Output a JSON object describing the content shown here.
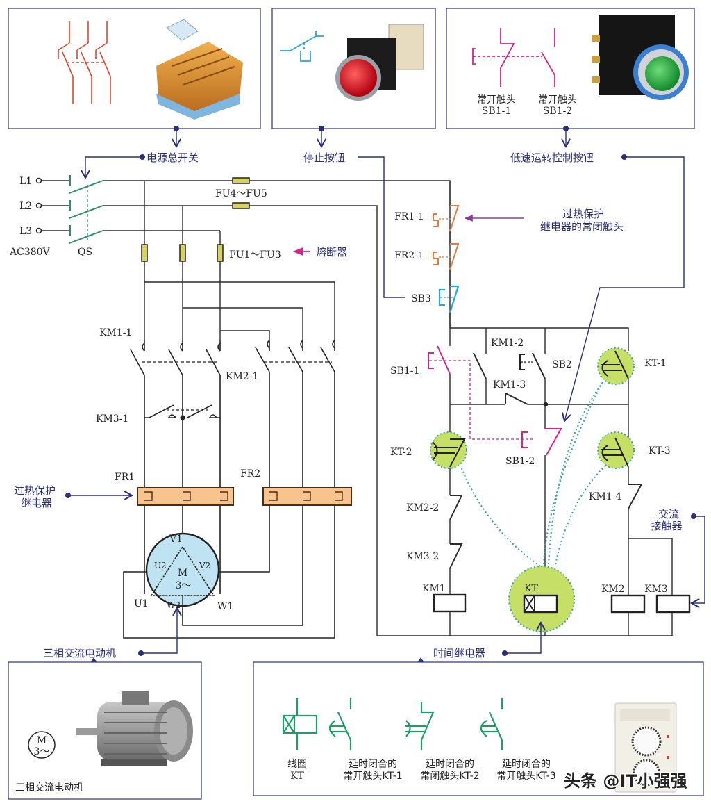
{
  "top_panels": {
    "sb1_contacts": [
      {
        "line1": "常开触头",
        "line2": "SB1-1"
      },
      {
        "line1": "常开触头",
        "line2": "SB1-2"
      }
    ]
  },
  "callouts": {
    "main_switch": "电源总开关",
    "stop_button": "停止按钮",
    "low_speed_button": "低速运转控制按钮",
    "fuse": "熔断器",
    "thermal_relay": [
      "过热保护",
      "继电器"
    ],
    "thermal_nc_contact": [
      "过热保护",
      "继电器的常闭触头"
    ],
    "motor": "三相交流电动机",
    "time_relay": "时间继电器",
    "ac_contactor": [
      "交流",
      "接触器"
    ]
  },
  "power_circuit": {
    "l1": "L1",
    "l2": "L2",
    "l3": "L3",
    "voltage": "AC380V",
    "qs": "QS",
    "fu4_fu5": "FU4～FU5",
    "fu1_fu3": "FU1～FU3",
    "km1_1": "KM1-1",
    "km2_1": "KM2-1",
    "km3_1": "KM3-1",
    "fr1": "FR1",
    "fr2": "FR2",
    "motor_terminals": {
      "v1": "V1",
      "u2": "U2",
      "v2": "V2",
      "u1": "U1",
      "w2": "W2",
      "w1": "W1"
    },
    "motor_symbol": "M",
    "motor_phase": "3～"
  },
  "control_circuit": {
    "fr1_1": "FR1-1",
    "fr2_1": "FR2-1",
    "sb3": "SB3",
    "km1_2": "KM1-2",
    "km1_3": "KM1-3",
    "sb2": "SB2",
    "sb1_1": "SB1-1",
    "sb1_2": "SB1-2",
    "kt_1": "KT-1",
    "kt_2": "KT-2",
    "kt_3": "KT-3",
    "km1_4": "KM1-4",
    "km2_2": "KM2-2",
    "km3_2": "KM3-2",
    "coil_km1": "KM1",
    "coil_kt": "KT",
    "coil_km2": "KM2",
    "coil_km3": "KM3"
  },
  "motor_panel": {
    "symbol": "M",
    "symbol_phase": "3～",
    "caption": "三相交流电动机"
  },
  "kt_panel": {
    "items": [
      {
        "line1": "线圈",
        "line2": "KT"
      },
      {
        "line1": "延时闭合的",
        "line2": "常开触头KT-1"
      },
      {
        "line1": "延时闭合的",
        "line2": "常闭触头KT-2"
      },
      {
        "line1": "延时闭合的",
        "line2": "常开触头KT-3"
      }
    ]
  },
  "watermark": "头条 @IT小强强",
  "colors": {
    "wire": "#2a2a2a",
    "callout": "#2b2f7a",
    "qs_switch": "#2f8f6a",
    "fuse": "#d8d060",
    "thermal_relay": "#f8c38c",
    "thermal_contact": "#e87b3c",
    "stop_button": "#23a9d6",
    "low_speed_button": "#d6238a",
    "time_relay_highlight": "#c5df67",
    "motor_fill": "#bfe3f2",
    "arrow_magenta": "#d6238a"
  }
}
